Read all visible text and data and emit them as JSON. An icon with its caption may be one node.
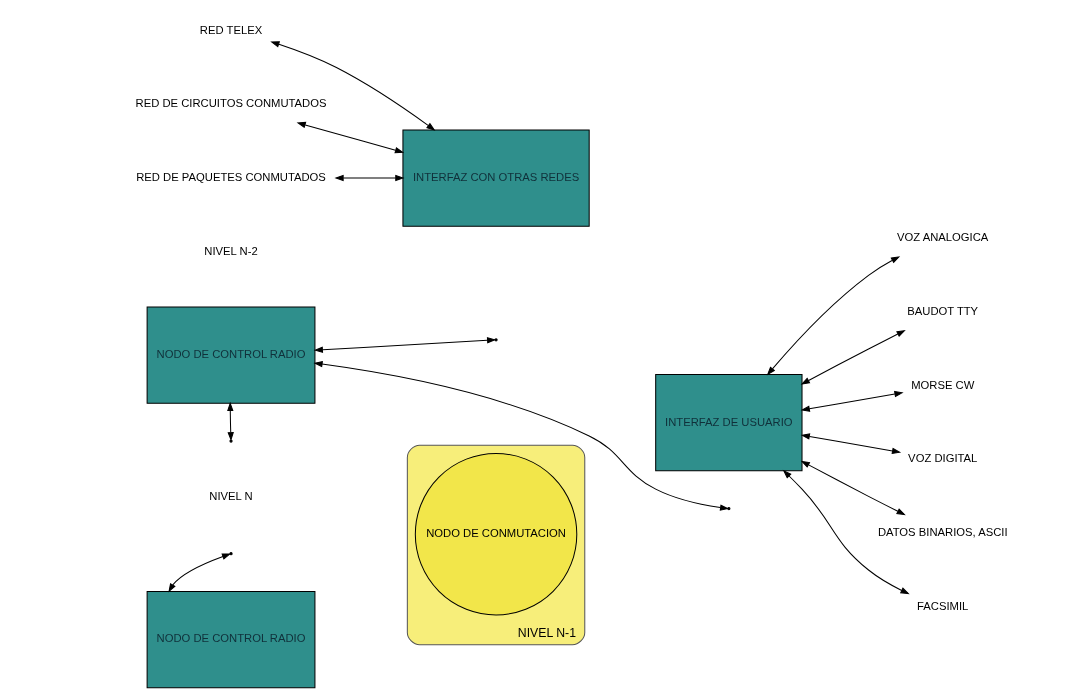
{
  "diagram": {
    "nodes": [
      {
        "text": [
          "NIVEL N-1"
        ]
      },
      {
        "text": [
          "NODO DE CONMUTACION"
        ],
        "in": 0
      },
      {
        "text": [
          "NODO DE CONTROL RADIO"
        ]
      },
      {
        "text": [
          "INTERFAZ CON OTRAS REDES"
        ]
      },
      {
        "text": [
          "INTERFAZ DE USUARIO"
        ]
      },
      {
        "text": [
          "NODO DE CONTROL RADIO"
        ]
      },
      {
        "text": [
          "RED TELEX"
        ]
      },
      {
        "text": [
          "RED DE CIRCUITOS CONMUTADOS"
        ]
      },
      {
        "text": [
          "RED DE PAQUETES CONMUTADOS"
        ]
      },
      {
        "text": [
          "VOZ ANALOGICA"
        ]
      },
      {
        "text": [
          "BAUDOT TTY"
        ]
      },
      {
        "text": [
          "MORSE CW"
        ]
      },
      {
        "text": [
          "VOZ DIGITAL"
        ]
      },
      {
        "text": [
          "DATOS BINARIOS, ASCII"
        ]
      },
      {
        "text": [
          "FACSIMIL"
        ]
      }
    ],
    "edges": [
      {
        "from": 2,
        "to": null,
        "arrow": "both"
      },
      {
        "from": 6,
        "to": 3,
        "arrow": "both"
      },
      {
        "from": 7,
        "to": 3,
        "arrow": "both"
      },
      {
        "from": 8,
        "to": 3,
        "arrow": "both"
      },
      {
        "from": 4,
        "to": 9,
        "arrow": "both"
      },
      {
        "from": 4,
        "to": 10,
        "arrow": "both"
      },
      {
        "from": 4,
        "to": 11,
        "arrow": "both"
      },
      {
        "from": 4,
        "to": 12,
        "arrow": "both"
      },
      {
        "from": 4,
        "to": 13,
        "arrow": "both"
      },
      {
        "from": 4,
        "to": 14,
        "arrow": "both"
      },
      {
        "from": 5,
        "to": null,
        "arrow": "both"
      },
      {
        "from": 5,
        "to": null,
        "arrow": "both"
      },
      {
        "from": 5,
        "to": null,
        "arrow": "both"
      }
    ],
    "labels": [
      "NIVEL N",
      "NIVEL N-2"
    ]
  }
}
